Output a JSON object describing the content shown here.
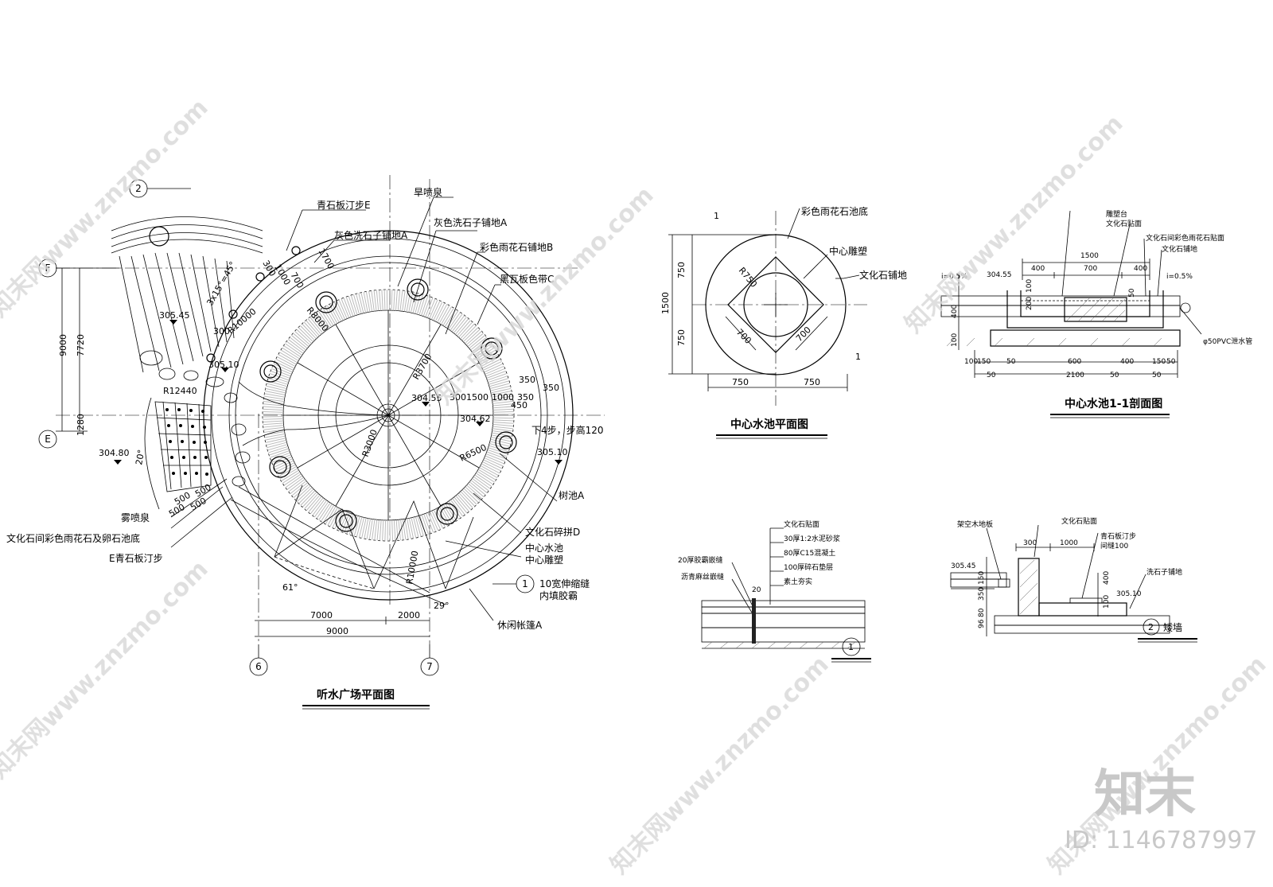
{
  "titles": {
    "plaza_plan": "听水广场平面图",
    "pool_plan": "中心水池平面图",
    "pool_section": "中心水池1-1剖面图",
    "low_wall": "矮墙"
  },
  "grid_axes": {
    "row_f": "F",
    "row_e": "E",
    "col_6": "6",
    "col_7": "7",
    "ref_2": "2"
  },
  "plaza_labels": {
    "qingshi_e": "青石板汀步E",
    "hanpenquan": "旱喷泉",
    "huise_xishizi_a_1": "灰色洗石子铺地A",
    "huise_xishizi_a_2": "灰色洗石子铺地A",
    "caise_yuhuashi_b": "彩色雨花石铺地B",
    "heiwaban_c": "黑瓦板色带C",
    "xia4bu": "下4步，步高120",
    "shuchi_a": "树池A",
    "wenhuashi_d": "文化石碎拼D",
    "zhongxin_shuichi": "中心水池",
    "zhongxin_diaosu": "中心雕塑",
    "shensuofeng_1": "10宽伸缩缝",
    "shensuofeng_2": "内填胶霸",
    "xiuxian_zhangpeng": "休闲帐篷A",
    "wupenquan": "雾喷泉",
    "wenhuashi_jian": "文化石间彩色雨花石及卵石池底",
    "e_qingshiban": "E青石板汀步",
    "detail_ref_1": "1"
  },
  "plaza_dims": {
    "d9000_v": "9000",
    "d7720": "7720",
    "d1280": "1280",
    "d7000": "7000",
    "d2000": "2000",
    "d9000_h": "9000",
    "r12440": "R12440",
    "r10000_a": "R10000",
    "r10000_b": "R10000",
    "r8000": "R8000",
    "r3700": "R3700",
    "r3000": "R3000",
    "r6500": "R6500",
    "e305_45": "305.45",
    "e305_10_a": "305.10",
    "e304_80": "304.80",
    "e304_55": "304.55",
    "e304_62": "304.62",
    "e305_10_b": "305.10",
    "d1000": "1000",
    "d700": "700",
    "d1700": "1700",
    "d300_a": "300",
    "d300_b": "300",
    "d3x15": "3x15°=45°",
    "d350_a": "350",
    "d350_b": "350",
    "d450": "450",
    "d3001500": "3001500",
    "d1000b": "1000",
    "d350_c": "350",
    "a20": "20°",
    "a61": "61°",
    "a29": "29°",
    "d500_a": "500",
    "d500_b": "500",
    "d500_c": "500",
    "d500_d": "500"
  },
  "pool_plan": {
    "ref_1a": "1",
    "ref_1b": "1",
    "caise_chidi": "彩色雨花石池底",
    "zhongxin_diaosu": "中心雕塑",
    "wenhuashi_pudi": "文化石铺地",
    "r750": "R750",
    "d700a": "700",
    "d700b": "700",
    "d750a": "750",
    "d750b": "750",
    "d1500": "1500",
    "d750c": "750",
    "d750d": "750"
  },
  "pool_section": {
    "diaosutai": "雕塑台",
    "wenhuashi_tiemian": "文化石贴面",
    "wenhuashi_jian": "文化石间彩色雨花石贴面",
    "wenhuashi_pudi": "文化石铺地",
    "slope_a": "i=0.5%",
    "slope_b": "i=0.5%",
    "e304_55": "304.55",
    "pipe": "φ50PVC泄水管",
    "d1500": "1500",
    "d400a": "400",
    "d700": "700",
    "d400b": "400",
    "d200": "200",
    "d100a": "100",
    "d50a": "50",
    "d400c": "400",
    "d100b": "100",
    "b100": "100",
    "b150a": "150",
    "b50a": "50",
    "b600": "600",
    "b400": "400",
    "b150b": "150",
    "b50b": "50",
    "c50a": "50",
    "c2100": "2100",
    "c50b": "50",
    "c50c": "50"
  },
  "joint_detail": {
    "l1": "文化石贴面",
    "l2": "30厚1:2水泥砂浆",
    "l3": "80厚C15混凝土",
    "l4": "100厚碎石垫层",
    "l5": "素土夯实",
    "j1": "20厚胶霸嵌缝",
    "j2": "沥青麻丝嵌缝",
    "d20": "20",
    "ref": "1"
  },
  "wall_detail": {
    "jiakong": "架空木地板",
    "wenhuashi": "文化石贴面",
    "qingshiban": "青石板汀步",
    "jianfeng": "间缝100",
    "xishizi": "洗石子铺地",
    "e305_45": "305.45",
    "e305_10": "305.10",
    "d300": "300",
    "d1000": "1000",
    "d400": "400",
    "d350": "350",
    "d150": "150",
    "d96": "96",
    "d80": "80",
    "d100": "100",
    "ref": "2"
  },
  "watermark": {
    "url": "知末网www.znzmo.com",
    "brand": "知末",
    "id": "ID: 1146787997"
  }
}
